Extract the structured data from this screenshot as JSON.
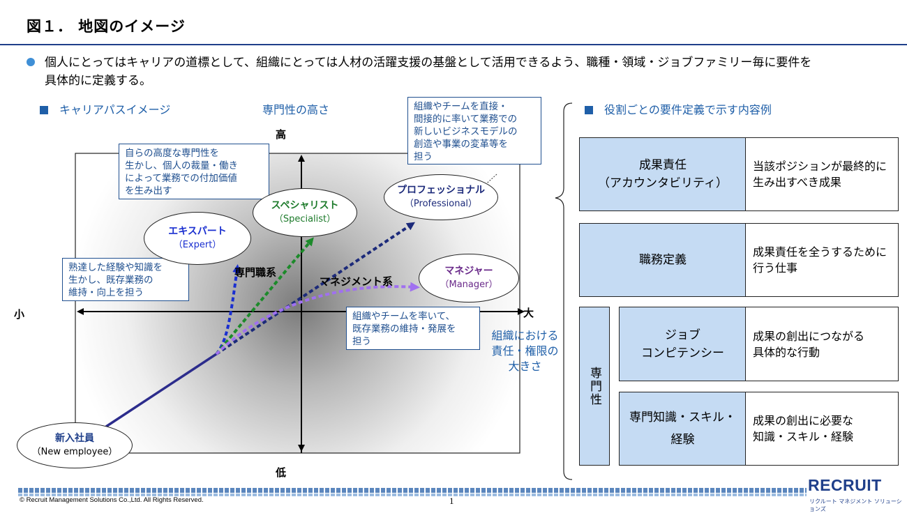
{
  "title": "図１． 地図のイメージ",
  "bullet": {
    "line1": "個人にとってはキャリアの道標として、組織にとっては人材の活躍支援の基盤として活用できるよう、職種・領域・ジョブファミリー毎に要件を",
    "line2": "具体的に定義する。"
  },
  "left_section": {
    "heading": "キャリアパスイメージ",
    "vertical_axis_title": "専門性の高さ",
    "axis": {
      "top": "高",
      "bottom": "低",
      "left": "小",
      "right": "大"
    },
    "horizontal_axis_title": [
      "組織における",
      "責任・権限の",
      "大きさ"
    ],
    "tracks": {
      "specialist_track": "専門職系",
      "management_track": "マネジメント系"
    },
    "nodes": {
      "new_employee": {
        "name": "新入社員",
        "en": "（New employee）"
      },
      "expert": {
        "name": "エキスパート",
        "en": "（Expert）"
      },
      "specialist": {
        "name": "スペシャリスト",
        "en": "（Specialist）"
      },
      "professional": {
        "name": "プロフェッショナル",
        "en": "（Professional）"
      },
      "manager": {
        "name": "マネジャー",
        "en": "（Manager）"
      }
    },
    "callouts": {
      "professional_desc": [
        "組織やチームを直接・",
        "間接的に率いて業務での",
        "新しいビジネスモデルの",
        "創造や事業の変革等を",
        "担う"
      ],
      "specialist_desc": [
        "自らの高度な専門性を",
        "生かし、個人の裁量・働き",
        "によって業務での付加価値",
        "を生み出す"
      ],
      "expert_desc": [
        "熟達した経験や知識を",
        "生かし、既存業務の",
        "維持・向上を担う"
      ],
      "manager_desc": [
        "組織やチームを率いて、",
        "既存業務の維持・発展を",
        "担う"
      ]
    }
  },
  "right_section": {
    "heading": "役割ごとの要件定義で示す内容例",
    "group_label": "専門性",
    "rows": [
      {
        "head": [
          "成果責任",
          "（アカウンタビリティ）"
        ],
        "body": [
          "当該ポジションが最終的に",
          "生み出すべき成果"
        ]
      },
      {
        "head": [
          "職務定義"
        ],
        "body": [
          "成果責任を全うするために",
          "行う仕事"
        ]
      },
      {
        "head": [
          "ジョブ",
          "コンピテンシー"
        ],
        "body": [
          "成果の創出につながる",
          "具体的な行動"
        ]
      },
      {
        "head": [
          "専門知識・スキル・",
          "経験"
        ],
        "body": [
          "成果の創出に必要な",
          "知識・スキル・経験"
        ]
      }
    ]
  },
  "footer": {
    "copyright": "© Recruit Management Solutions Co.,Ltd. All Rights Reserved.",
    "page_number": "1",
    "logo": "RECRUIT",
    "logo_sub": "リクルート マネジメント ソリューションズ"
  },
  "colors": {
    "accent": "#1f5fa8",
    "table_head": "#c5dbf3",
    "expert_arrow": "#1a2fd0",
    "specialist_arrow": "#1c8a2a",
    "professional_arrow": "#1c2a7a",
    "manager_arrow": "#a070f0"
  }
}
